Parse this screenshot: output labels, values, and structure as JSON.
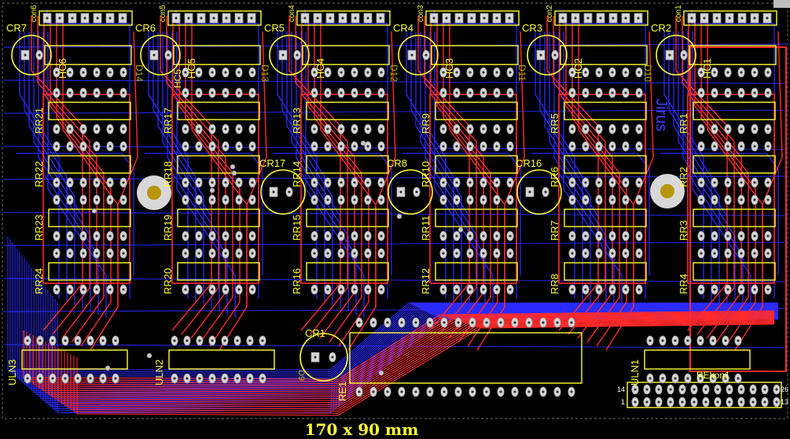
{
  "caption": "170 x 90 mm",
  "colors": {
    "background": "#000000",
    "top_copper": "#ff2a2a",
    "bottom_copper": "#2a2aff",
    "silkscreen": "#ffff33",
    "pad": "#d8d8d8",
    "mount_hole": "#b8960c",
    "bottom_text": "#3a3aff",
    "side_text": "#b0b000"
  },
  "connectors": [
    "con6",
    "con5",
    "con4",
    "con3",
    "con2",
    "con1"
  ],
  "led_labels_top": [
    "CR7",
    "CR6",
    "CR5",
    "CR4",
    "CR3",
    "CR2"
  ],
  "led_labels_mid": [
    "CR17",
    "CR8",
    "CR16"
  ],
  "led_label_bottom": "CR1",
  "hall_labels": [
    "HC6",
    "HC5",
    "HC4",
    "HC3",
    "HC2",
    "HC1"
  ],
  "bottom_labels": [
    "D14",
    "D13",
    "D12",
    "D11",
    "D10"
  ],
  "bottom_signature": "Jirus",
  "relay_columns": [
    [
      "RR21",
      "RR22",
      "RR23",
      "RR24"
    ],
    [
      "RR17",
      "RR18",
      "RR19",
      "RR20"
    ],
    [
      "RR13",
      "RR14",
      "RR15",
      "RR16"
    ],
    [
      "RR9",
      "RR10",
      "RR11",
      "RR12"
    ],
    [
      "RR5",
      "RR6",
      "RR7",
      "RR8"
    ],
    [
      "RR1",
      "RR2",
      "RR3",
      "RR4"
    ]
  ],
  "ics": [
    "ULN3",
    "ULN2",
    "ULN1"
  ],
  "relay_bank": "RE1",
  "connector_main": "REkon1",
  "connector_pins": [
    "14",
    "1",
    "26",
    "13"
  ],
  "extra_labels": [
    "HC5",
    "D9"
  ]
}
